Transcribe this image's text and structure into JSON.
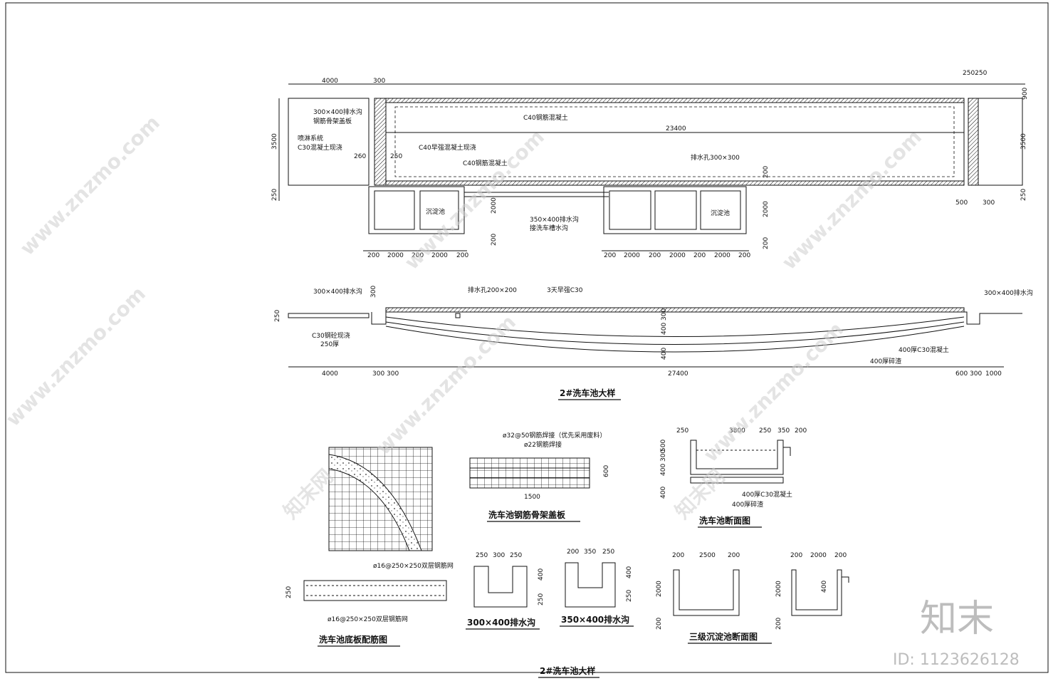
{
  "plan": {
    "dims_top": [
      "4000",
      "300",
      "250250",
      "900"
    ],
    "dim_3500_left": "3500",
    "dim_250_left": "250",
    "dim_3500_right": "3500",
    "dim_250_right": "250",
    "dim_200_right": "200",
    "label_drain_ditch": "300×400排水沟",
    "label_steel_cover": "钢筋骨架盖板",
    "label_spray": "喷淋系统",
    "label_c30": "C30混凝土现浇",
    "label_c40_top": "C40钢筋混凝土",
    "label_length": "23400",
    "label_c40_cast": "C40早强混凝土现浇",
    "label_c40_bottom": "C40钢筋混凝土",
    "label_drain_hole": "排水孔300×300",
    "dim_260": "260",
    "dim_250_inner": "250",
    "label_sediment_left": "沉淀池",
    "label_sediment_right": "沉淀池",
    "dim_2000_v": "2000",
    "dim_200_v": "200",
    "label_ditch_350": "350×400排水沟",
    "label_connect": "接洗车槽水沟",
    "dim_2000_right_v": "2000",
    "dim_200_right_v": "200",
    "dims_bottom_left": [
      "200",
      "2000",
      "200",
      "2000",
      "200"
    ],
    "dims_bottom_right": [
      "200",
      "2000",
      "200",
      "2000",
      "200",
      "2000",
      "200"
    ],
    "dim_500": "500",
    "dim_300": "300"
  },
  "section": {
    "label_ditch_left": "300×400排水沟",
    "dim_300": "300",
    "label_drain_hole": "排水孔200×200",
    "label_c30_early": "3天早强C30",
    "label_ditch_right": "300×400排水沟",
    "dim_250": "250",
    "label_c30_cast": "C30钢砼现浇",
    "label_250_thick": "250厚",
    "dim_400_300": "400 300",
    "dim_400": "400",
    "label_400_c30": "400厚C30混凝土",
    "label_400_gravel": "400厚碎渣",
    "dims": [
      "4000",
      "300",
      "300",
      "27400",
      "600",
      "300",
      "1000"
    ],
    "title": "2#洗车池大样"
  },
  "details": {
    "mesh_label": "ø16@250×250双层钢筋网",
    "slab_dim": "250",
    "slab_label": "ø16@250×250双层钢筋网",
    "slab_title": "洗车池底板配筋图",
    "cover_label1": "ø32@50钢筋焊接（优先采用废料）",
    "cover_label2": "ø22钢筋焊接",
    "cover_dim_w": "1500",
    "cover_dim_h": "600",
    "cover_title": "洗车池钢筋骨架盖板",
    "ditch300_dims": [
      "250",
      "300",
      "250"
    ],
    "ditch300_v": [
      "400",
      "250"
    ],
    "ditch300_title": "300×400排水沟",
    "ditch350_dims": [
      "200",
      "350",
      "250"
    ],
    "ditch350_v": [
      "400",
      "250"
    ],
    "ditch350_title": "350×400排水沟",
    "sec_dims": [
      "250",
      "3800",
      "250",
      "350",
      "200"
    ],
    "sec_v": [
      "400",
      "400",
      "300",
      "500"
    ],
    "sec_label1": "400厚C30混凝土",
    "sec_label2": "400厚碎渣",
    "sec_title": "洗车池断面图",
    "sed_dims1": [
      "200",
      "2500",
      "200"
    ],
    "sed_dims2": [
      "200",
      "2000",
      "200"
    ],
    "sed_v1": [
      "2000",
      "200"
    ],
    "sed_v2": [
      "2000",
      "200"
    ],
    "sed_v400": "400",
    "sed_title": "三级沉淀池断面图"
  },
  "footer_title": "2#洗车池大样",
  "watermark": {
    "brand": "知末",
    "id_text": "ID: 1123626128",
    "url": "www.znzmo.com",
    "brand_repeat": "知末网"
  }
}
